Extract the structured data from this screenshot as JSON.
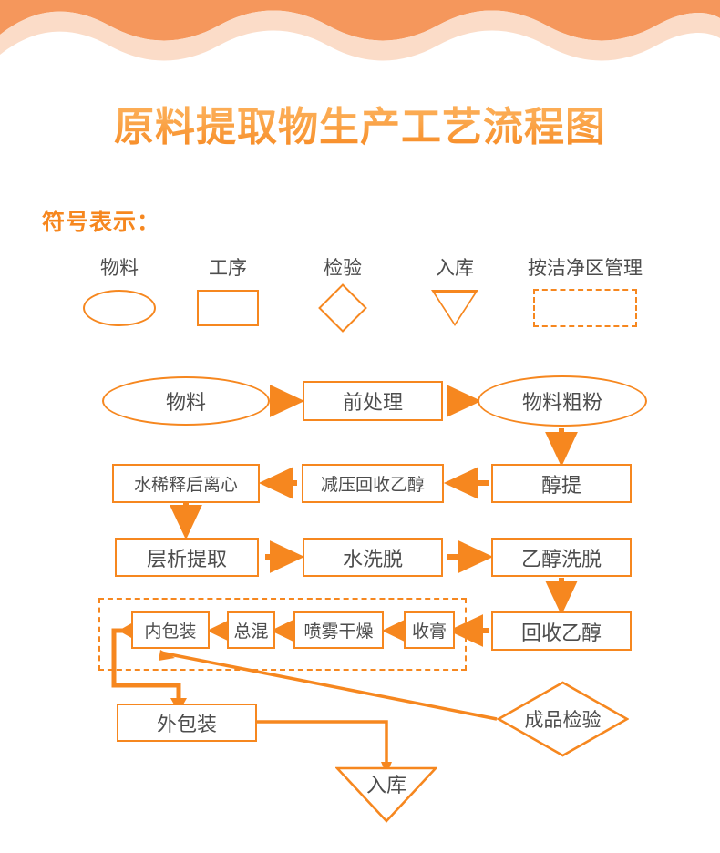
{
  "page": {
    "title": "原料提取物生产工艺流程图",
    "accent": "#F6871F",
    "accent_light": "#FCAF59",
    "wave_dark": "#F5975C",
    "wave_light": "#FBDCC8",
    "text_color": "#4d4d4d",
    "background": "#ffffff"
  },
  "legend": {
    "heading": "符号表示：",
    "items": [
      {
        "label": "物料",
        "shape": "ellipse",
        "shape_name": "ellipse-symbol"
      },
      {
        "label": "工序",
        "shape": "rectangle",
        "shape_name": "rectangle-symbol"
      },
      {
        "label": "检验",
        "shape": "diamond",
        "shape_name": "diamond-symbol"
      },
      {
        "label": "入库",
        "shape": "triangle",
        "shape_name": "triangle-symbol"
      },
      {
        "label": "按洁净区管理",
        "shape": "dashed-rect",
        "shape_name": "dashed-rectangle-symbol"
      }
    ]
  },
  "flow": {
    "nodes": [
      {
        "id": "material",
        "label": "物料",
        "type": "ellipse"
      },
      {
        "id": "pretreatment",
        "label": "前处理",
        "type": "rectangle"
      },
      {
        "id": "coarse-powder",
        "label": "物料粗粉",
        "type": "ellipse"
      },
      {
        "id": "alcohol-extract",
        "label": "醇提",
        "type": "rectangle"
      },
      {
        "id": "ethanol-recovery-vacuum",
        "label": "减压回收乙醇",
        "type": "rectangle"
      },
      {
        "id": "water-dilute-centrifuge",
        "label": "水稀释后离心",
        "type": "rectangle"
      },
      {
        "id": "chromatography",
        "label": "层析提取",
        "type": "rectangle"
      },
      {
        "id": "water-elution",
        "label": "水洗脱",
        "type": "rectangle"
      },
      {
        "id": "ethanol-elution",
        "label": "乙醇洗脱",
        "type": "rectangle"
      },
      {
        "id": "ethanol-recovery",
        "label": "回收乙醇",
        "type": "rectangle"
      },
      {
        "id": "collect-paste",
        "label": "收膏",
        "type": "rectangle"
      },
      {
        "id": "spray-drying",
        "label": "喷雾干燥",
        "type": "rectangle"
      },
      {
        "id": "total-mixing",
        "label": "总混",
        "type": "rectangle"
      },
      {
        "id": "inner-packaging",
        "label": "内包装",
        "type": "rectangle"
      },
      {
        "id": "outer-packaging",
        "label": "外包装",
        "type": "rectangle"
      },
      {
        "id": "final-inspection",
        "label": "成品检验",
        "type": "diamond"
      },
      {
        "id": "warehousing",
        "label": "入库",
        "type": "triangle"
      }
    ],
    "clean_area_label": "按洁净区管理"
  }
}
